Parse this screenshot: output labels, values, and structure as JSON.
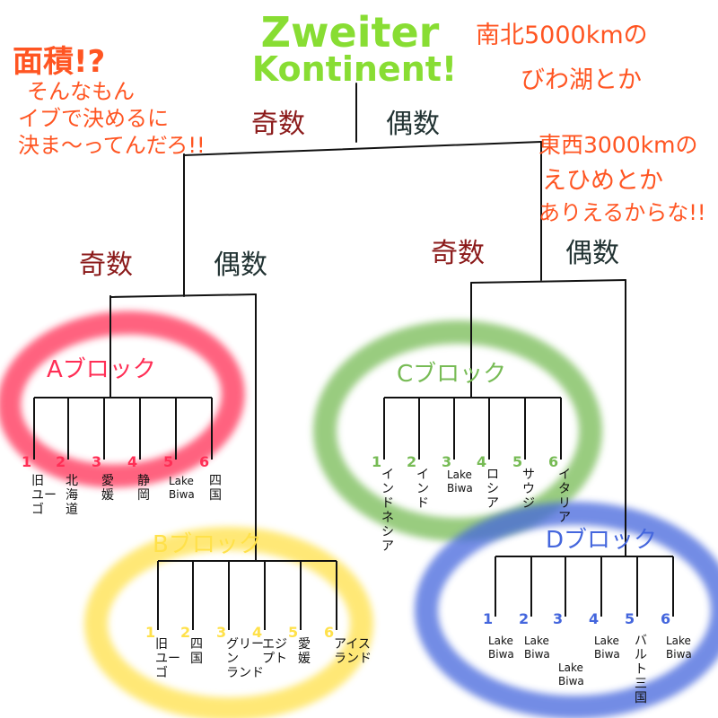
{
  "title": {
    "line1": "Zweiter",
    "line2": "Kontinent!"
  },
  "note_left": {
    "lines": [
      "面積!?",
      "そんなもん",
      "イブで決めるに",
      "決ま〜ってんだろ!!"
    ]
  },
  "note_right": {
    "lines": [
      "南北5000kmの",
      "びわ湖とか",
      "東西3000kmの",
      "えひめとか",
      "ありえるからな!!"
    ]
  },
  "branch_labels": {
    "odd": "奇数",
    "even": "偶数"
  },
  "colors": {
    "title": "#88dd33",
    "note": "#ff5522",
    "branch": "#8b1a1a",
    "branch_even": "#223333",
    "line": "#111111",
    "block_a": "#ff2e55",
    "block_b": "#ffe14a",
    "block_c": "#77bb55",
    "block_d": "#4466dd"
  },
  "blocks": [
    {
      "id": "a",
      "name": "Aブロック",
      "numbers": [
        "1",
        "2",
        "3",
        "4",
        "5",
        "6"
      ],
      "items": [
        [
          "旧",
          "ユー",
          "ゴ"
        ],
        [
          "北",
          "海",
          "道"
        ],
        [
          "愛",
          "媛"
        ],
        [
          "静",
          "岡"
        ],
        [
          "Lake",
          "Biwa"
        ],
        [
          "四",
          "国"
        ]
      ]
    },
    {
      "id": "b",
      "name": "Bブロック",
      "numbers": [
        "1",
        "2",
        "3",
        "4",
        "5",
        "6"
      ],
      "items": [
        [
          "旧",
          "ユー",
          "ゴ"
        ],
        [
          "四",
          "国"
        ],
        [
          "グリー",
          "ン",
          "ランド"
        ],
        [
          "エジ",
          "プト"
        ],
        [
          "愛",
          "媛"
        ],
        [
          "アイス",
          "ランド"
        ]
      ]
    },
    {
      "id": "c",
      "name": "Cブロック",
      "numbers": [
        "1",
        "2",
        "3",
        "4",
        "5",
        "6"
      ],
      "items": [
        [
          "イ",
          "ン",
          "ド",
          "ネ",
          "シ",
          "ア"
        ],
        [
          "イ",
          "ン",
          "ド"
        ],
        [
          "Lake",
          "Biwa"
        ],
        [
          "ロ",
          "シ",
          "ア"
        ],
        [
          "サ",
          "ウ",
          "ジ"
        ],
        [
          "イ",
          "タ",
          "リ",
          "ア"
        ]
      ]
    },
    {
      "id": "d",
      "name": "Dブロック",
      "numbers": [
        "1",
        "2",
        "3",
        "4",
        "5",
        "6"
      ],
      "items": [
        [
          "Lake",
          "Biwa"
        ],
        [
          "Lake",
          "Biwa"
        ],
        [
          "Lake",
          "Biwa"
        ],
        [
          "Lake",
          "Biwa"
        ],
        [
          "バ",
          "ル",
          "ト",
          "三",
          "国"
        ],
        [
          "Lake",
          "Biwa"
        ]
      ]
    }
  ]
}
